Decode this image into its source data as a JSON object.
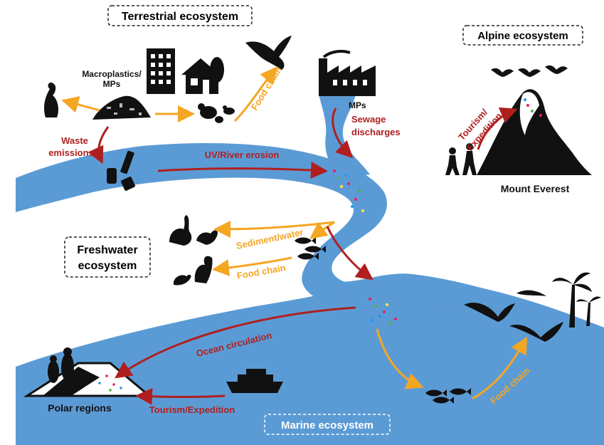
{
  "ecosystems": {
    "terrestrial": "Terrestrial ecosystem",
    "alpine": "Alpine ecosystem",
    "freshwater_line1": "Freshwater",
    "freshwater_line2": "ecosystem",
    "marine": "Marine ecosystem"
  },
  "labels": {
    "macroplastics_line1": "Macroplastics/",
    "macroplastics_line2": "MPs",
    "mps_factory": "MPs",
    "waste_line1": "Waste",
    "waste_line2": "emissions",
    "food_chain_terrestrial": "Food chain",
    "sewage_line1": "Sewage",
    "sewage_line2": "discharges",
    "uv_river": "UV/River erosion",
    "sediment_water": "Sediment/water",
    "food_chain_freshwater": "Food chain",
    "ocean_circulation": "Ocean circulation",
    "tourism_polar": "Tourism/Expedition",
    "food_chain_marine": "Food chain",
    "tourism_alpine_line1": "Tourism/",
    "tourism_alpine_line2": "Expedition",
    "mount_everest": "Mount Everest",
    "polar_regions": "Polar regions"
  },
  "colors": {
    "water": "#5b9bd5",
    "red_arrow": "#b01f1f",
    "orange_arrow": "#f5a623",
    "silhouette": "#111111"
  }
}
